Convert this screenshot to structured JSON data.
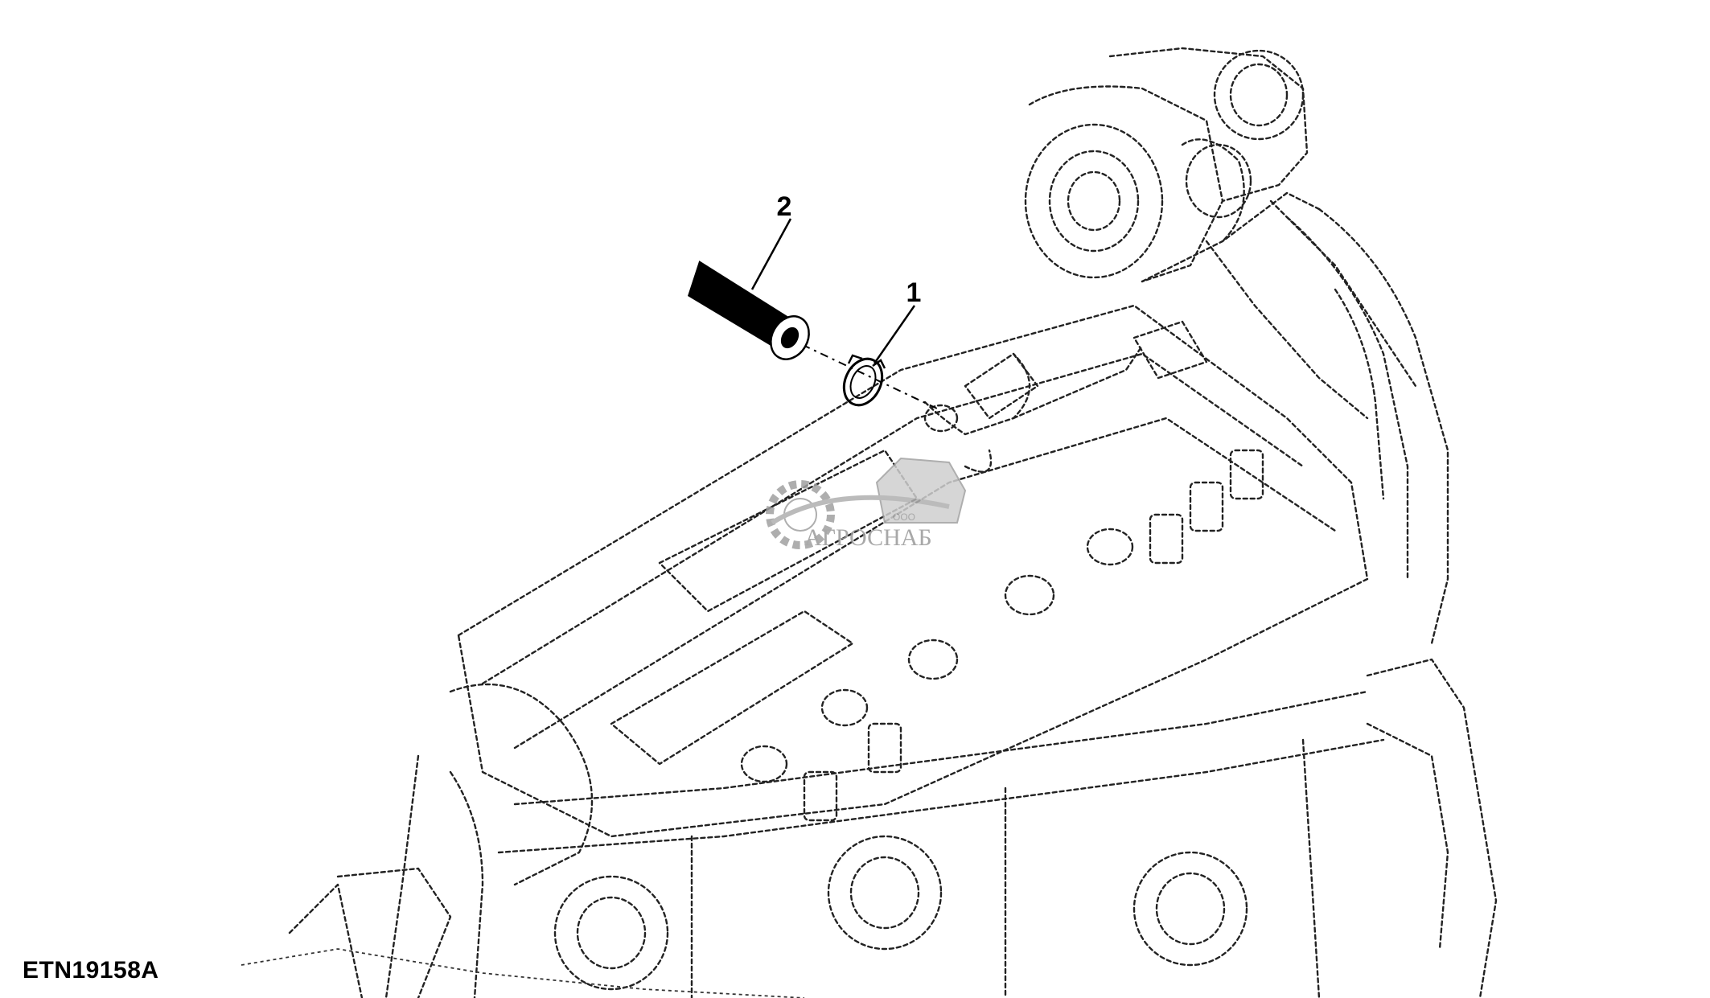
{
  "figure_id": "ETN19158A",
  "callouts": [
    {
      "number": "1",
      "part": "clamp-ring"
    },
    {
      "number": "2",
      "part": "hose"
    }
  ],
  "watermark": {
    "prefix": "ООО",
    "name": "АГРОСНАБ",
    "color": "#9a9a9a"
  },
  "colors": {
    "line": "#000000",
    "ghost_line": "#222222",
    "background": "#ffffff"
  }
}
